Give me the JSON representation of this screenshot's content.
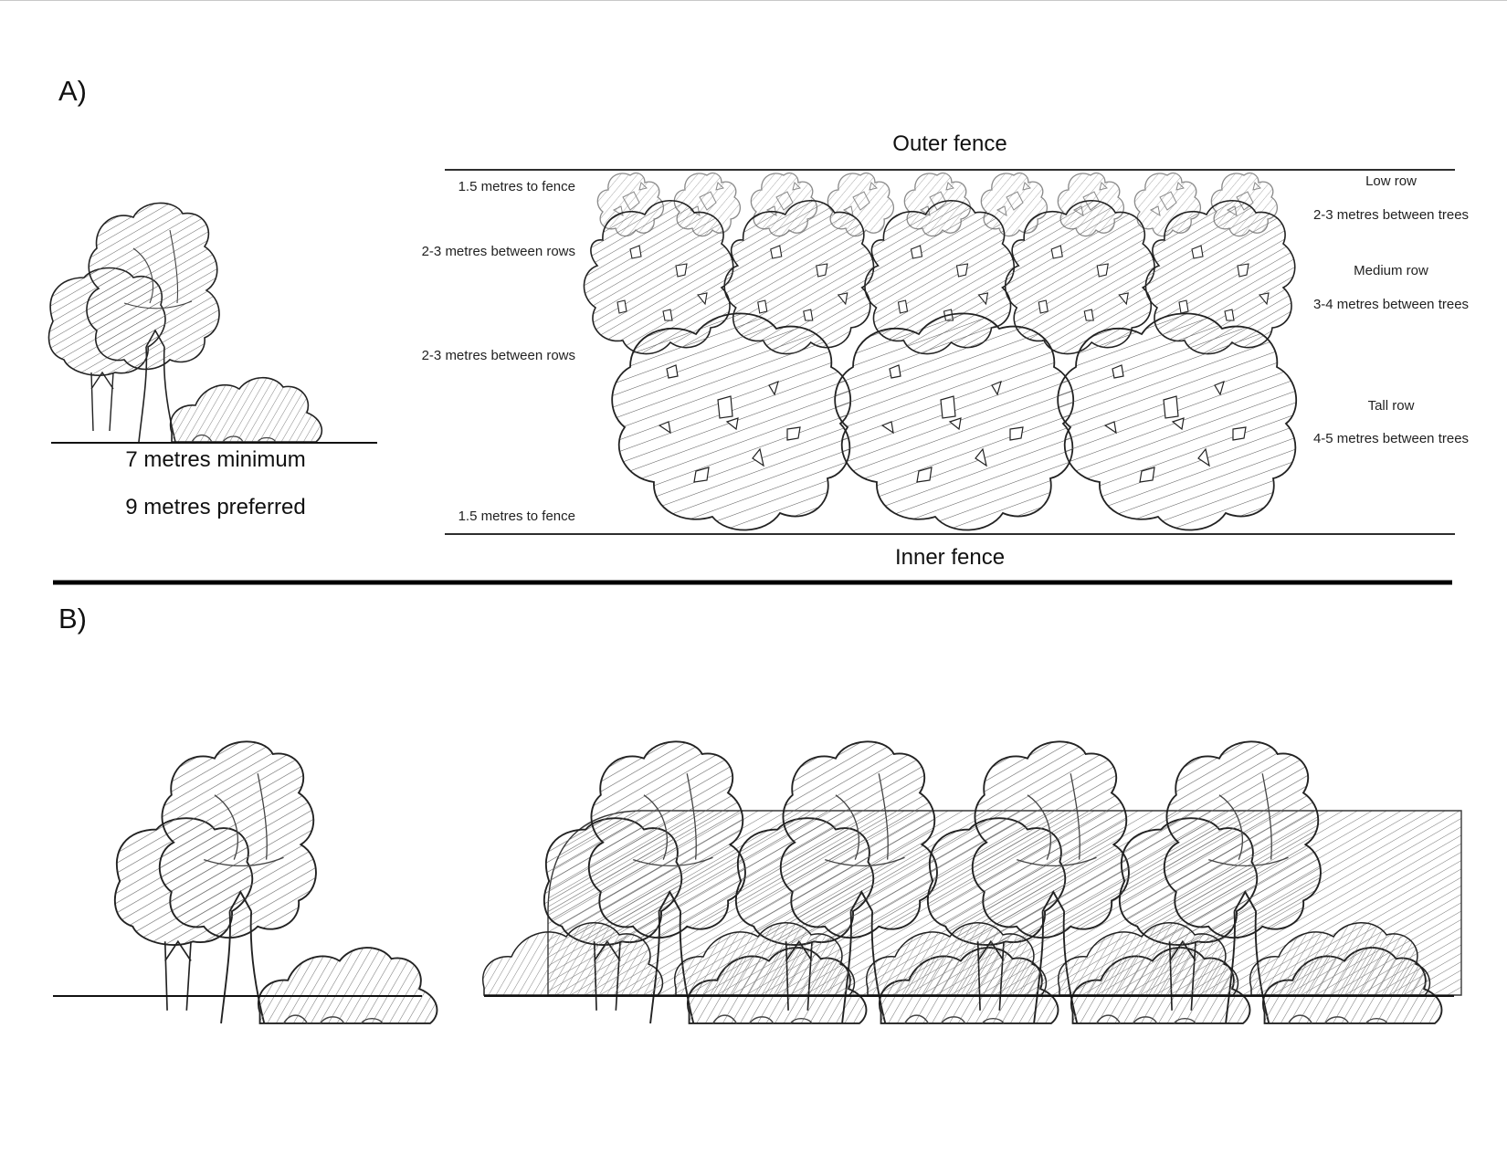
{
  "panel_a": {
    "label": "A)",
    "width_minimum": "7 metres minimum",
    "width_preferred": "9 metres preferred",
    "outer_fence": "Outer fence",
    "inner_fence": "Inner fence",
    "left_annotations": {
      "top_fence": "1.5 metres to fence",
      "rows_1": "2-3 metres between rows",
      "rows_2": "2-3 metres between rows",
      "bottom_fence": "1.5 metres to fence"
    },
    "right_annotations": {
      "low_row": "Low row",
      "low_spacing": "2-3 metres between trees",
      "medium_row": "Medium row",
      "medium_spacing": "3-4 metres between trees",
      "tall_row": "Tall row",
      "tall_spacing": "4-5 metres between trees"
    },
    "rows": {
      "low_count": 9,
      "medium_count": 5,
      "tall_count": 3
    }
  },
  "panel_b": {
    "label": "B)",
    "repeated_groups": 4
  },
  "colors": {
    "ink": "#1a1a1a",
    "light_ink": "#9a9a9a",
    "hatch": "#666666",
    "paper": "#ffffff"
  }
}
